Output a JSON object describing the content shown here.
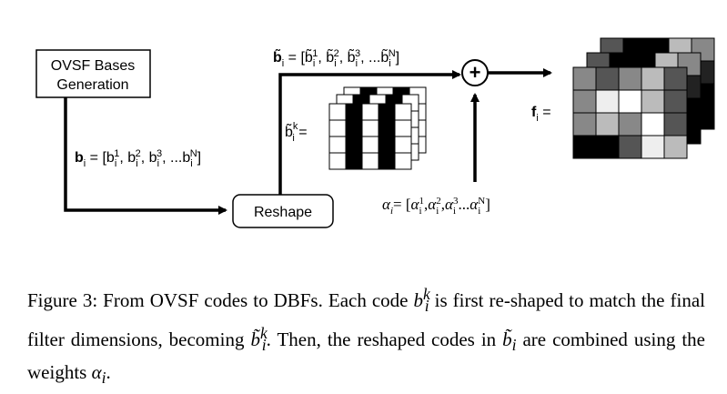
{
  "diagram": {
    "ovsf_box": {
      "line1": "OVSF Bases",
      "line2": "Generation"
    },
    "reshape_box": {
      "label": "Reshape"
    },
    "b_label": {
      "lhs": "b",
      "sub": "i",
      "rhs": " = [b",
      "t1": "1",
      "t2": "2",
      "t3": "3",
      "tn": "N"
    },
    "b_tilde_label": {
      "lhs": "b̃",
      "sub": "i",
      "eq": " = [",
      "t1": "1",
      "t2": "2",
      "t3": "3",
      "tn": "N"
    },
    "bk_label": {
      "base": "b̃",
      "sup": "k",
      "sub": "i",
      "eq": " ="
    },
    "f_label": {
      "base": "f",
      "sub": "i",
      "eq": " ="
    },
    "alpha_label": {
      "base": "α",
      "sub": "i",
      "eq": "= [",
      "t1": "1",
      "t2": "2",
      "t3": "3",
      "tn": "N"
    },
    "plus_symbol": "+"
  },
  "caption": {
    "part1": "Figure 3: From OVSF codes to DBFs. Each code ",
    "code_base": "b",
    "code_sup": "k",
    "code_sub": "i",
    "part2": " is first re-shaped to match the final filter dimensions, becoming ",
    "part3": ". Then, the reshaped codes in ",
    "part4": " are combined using the weights ",
    "alpha": "α",
    "alpha_sub": "i",
    "end": "."
  }
}
